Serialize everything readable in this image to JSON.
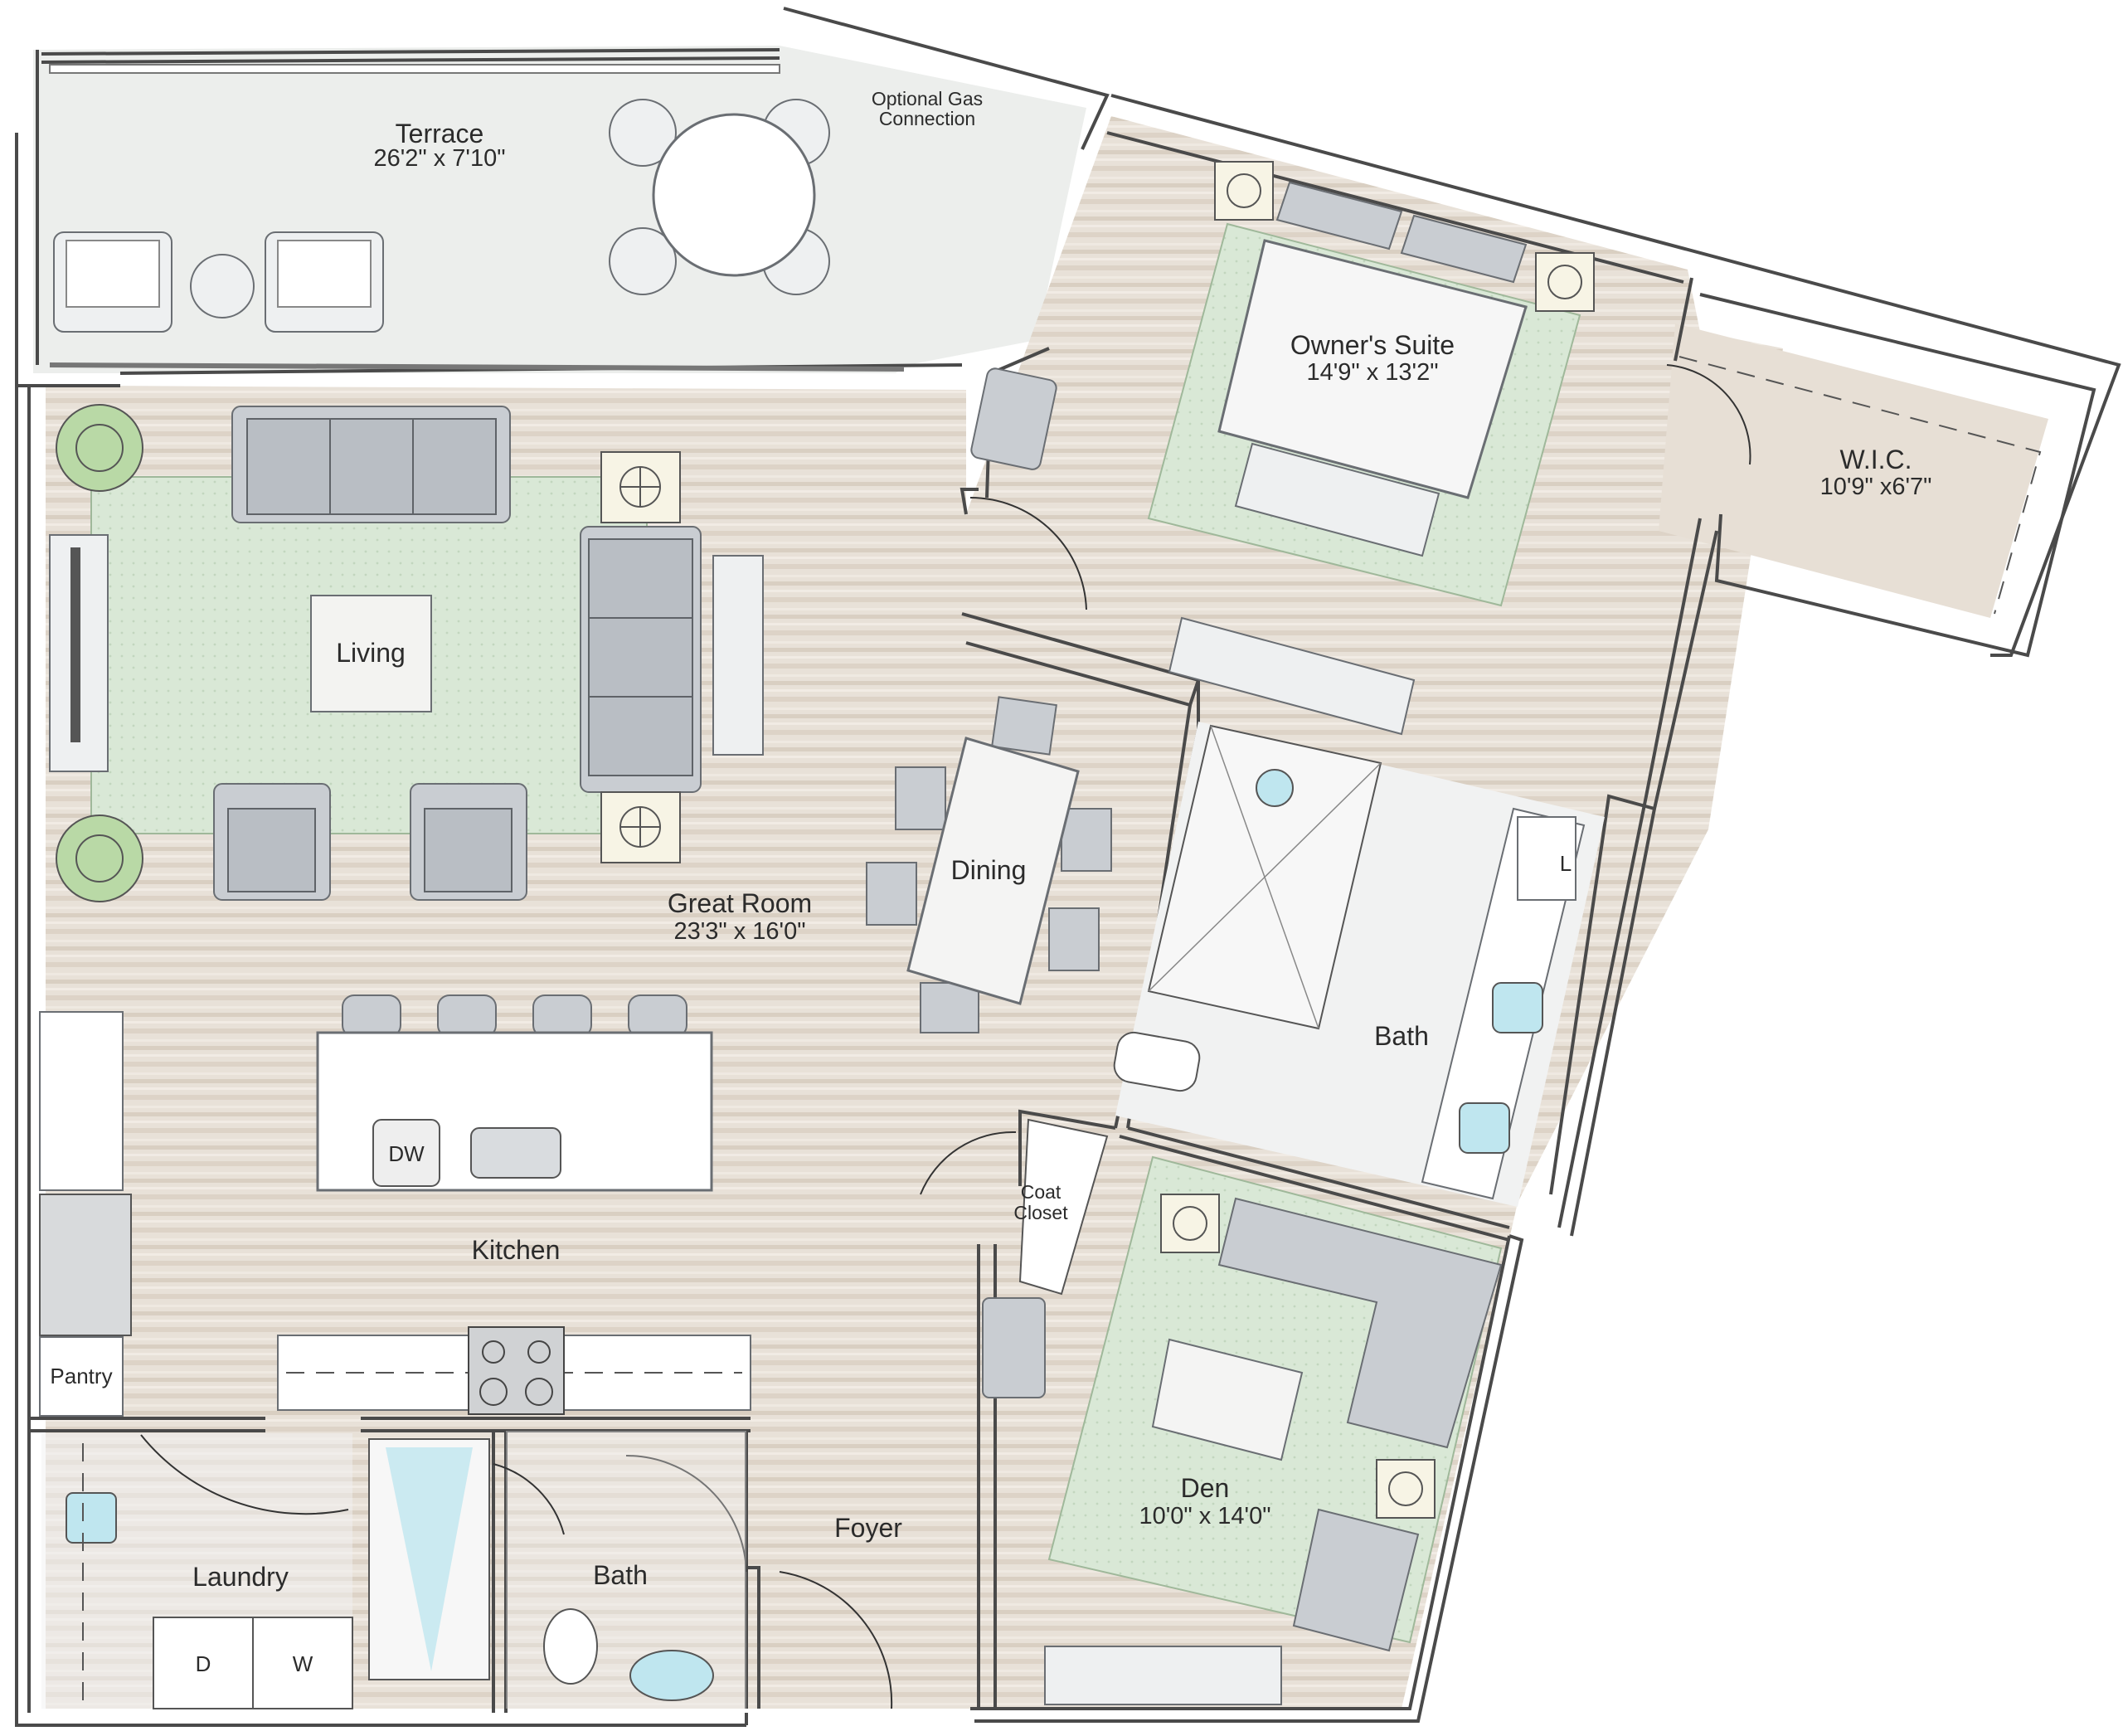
{
  "rooms": {
    "terrace": {
      "name": "Terrace",
      "dims": "26'2\" x 7'10\""
    },
    "owners_suite": {
      "name": "Owner's Suite",
      "dims": "14'9\" x 13'2\""
    },
    "wic": {
      "name": "W.I.C.",
      "dims": "10'9\" x6'7\""
    },
    "living": {
      "name": "Living"
    },
    "dining": {
      "name": "Dining"
    },
    "great_room": {
      "name": "Great Room",
      "dims": "23'3\" x 16'0\""
    },
    "kitchen": {
      "name": "Kitchen"
    },
    "bath_master": {
      "name": "Bath"
    },
    "den": {
      "name": "Den",
      "dims": "10'0\" x 14'0\""
    },
    "foyer": {
      "name": "Foyer"
    },
    "bath_guest": {
      "name": "Bath"
    },
    "laundry": {
      "name": "Laundry"
    },
    "pantry": {
      "name": "Pantry"
    }
  },
  "notes": {
    "gas_line1": "Optional Gas",
    "gas_line2": "Connection",
    "coat_line1": "Coat",
    "coat_line2": "Closet"
  },
  "fixtures": {
    "dishwasher": "DW",
    "dryer": "D",
    "washer": "W",
    "linen": "L"
  },
  "colors": {
    "wood_floor": "#e6ded4",
    "rug": "#d7e6d3",
    "furniture": "#c9cdd2",
    "marble": "#f1f2f2",
    "water": "#bfe6ef"
  }
}
